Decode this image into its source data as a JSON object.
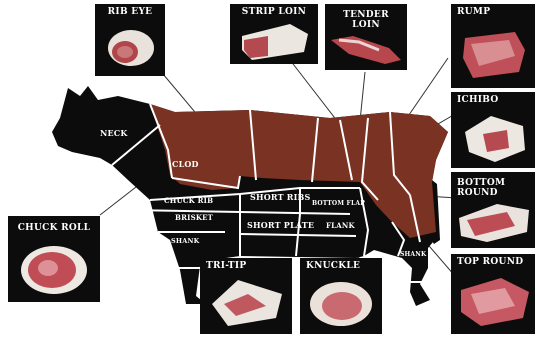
{
  "diagram": {
    "colors": {
      "background": "#ffffff",
      "body": "#0c0c0c",
      "highlight": "#7a3222",
      "divider": "#ffffff",
      "leader": "#333333"
    },
    "body_labels": {
      "neck": "NECK",
      "clod": "CLOD",
      "chuck_rib": "CHUCK RIB",
      "brisket": "BRISKET",
      "shank_front": "SHANK",
      "short_ribs": "SHORT RIBS",
      "bottom_flap": "BOTTOM FLAP",
      "short_plate": "SHORT PLATE",
      "flank": "FLANK",
      "shank_rear": "SHANK"
    },
    "panels": {
      "rib_eye": "RIB EYE",
      "strip_loin": "STRIP LOIN",
      "tender_loin_1": "TENDER",
      "tender_loin_2": "LOIN",
      "rump": "RUMP",
      "ichibo": "ICHIBO",
      "bottom_round_1": "BOTTOM",
      "bottom_round_2": "ROUND",
      "chuck_roll": "CHUCK ROLL",
      "tri_tip": "TRI-TIP",
      "knuckle": "KNUCKLE",
      "top_round": "TOP ROUND"
    }
  }
}
